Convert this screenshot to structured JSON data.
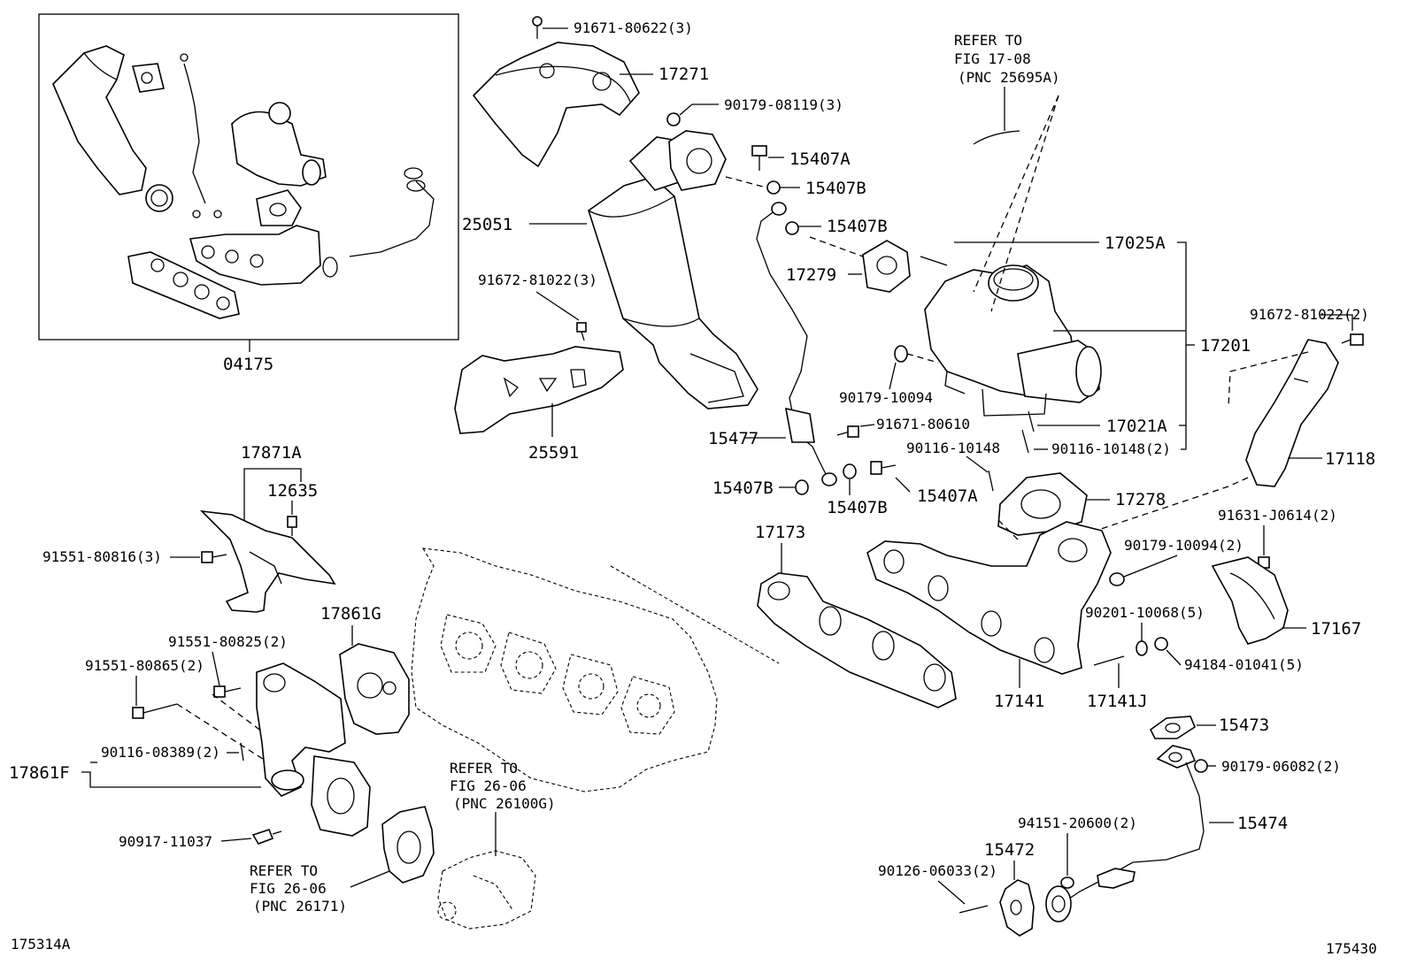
{
  "labels": {
    "p91671_80622": "91671-80622(3)",
    "p17271": "17271",
    "p90179_08119": "90179-08119(3)",
    "p15407A_top": "15407A",
    "p15407B_top": "15407B",
    "p15407B_mid": "15407B",
    "p25051": "25051",
    "p17279": "17279",
    "p17025A": "17025A",
    "p91672_81022_left": "91672-81022(3)",
    "p91672_81022_right": "91672-81022(2)",
    "p17201": "17201",
    "p90179_10094": "90179-10094",
    "p17021A": "17021A",
    "p25591": "25591",
    "p91671_80610": "91671-80610",
    "p15477": "15477",
    "p90116_10148": "90116-10148",
    "p90116_10148_2": "90116-10148(2)",
    "p17118": "17118",
    "p15407B_low1": "15407B",
    "p15407B_low2": "15407B",
    "p15407A_low": "15407A",
    "p17278": "17278",
    "p17871A": "17871A",
    "p12635": "12635",
    "p91551_80816": "91551-80816(3)",
    "p17173": "17173",
    "p91631_J0614": "91631-J0614(2)",
    "p90179_10094_2": "90179-10094(2)",
    "p17861G": "17861G",
    "p91551_80825": "91551-80825(2)",
    "p91551_80865": "91551-80865(2)",
    "p90201_10068": "90201-10068(5)",
    "p17167": "17167",
    "p94184_01041": "94184-01041(5)",
    "p17141": "17141",
    "p17141J": "17141J",
    "p15473": "15473",
    "p17861F": "17861F",
    "p90116_08389": "90116-08389(2)",
    "p90179_06082": "90179-06082(2)",
    "p90917_11037": "90917-11037",
    "p15474": "15474",
    "p94151_20600": "94151-20600(2)",
    "p15472": "15472",
    "p90126_06033": "90126-06033(2)",
    "p04175": "04175",
    "fig_id_left": "175314A",
    "fig_id_right": "175430"
  },
  "refers": {
    "r1": [
      "REFER TO",
      "FIG 17-08",
      "(PNC 25695A)"
    ],
    "r2": [
      "REFER TO",
      "FIG 26-06",
      "(PNC 26100G)"
    ],
    "r3": [
      "REFER TO",
      "FIG 26-06",
      "(PNC 26171)"
    ]
  }
}
